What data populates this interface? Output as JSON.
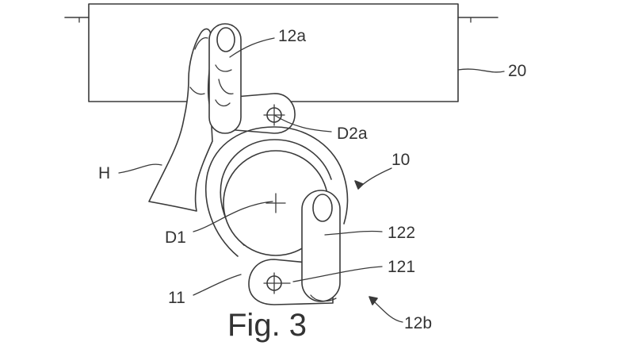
{
  "figure": {
    "caption": "Fig. 3",
    "labels": {
      "ref_20": "20",
      "ref_12a": "12a",
      "ref_d2a": "D2a",
      "ref_10": "10",
      "ref_h": "H",
      "ref_d1": "D1",
      "ref_122": "122",
      "ref_121": "121",
      "ref_11": "11",
      "ref_12b": "12b"
    }
  }
}
